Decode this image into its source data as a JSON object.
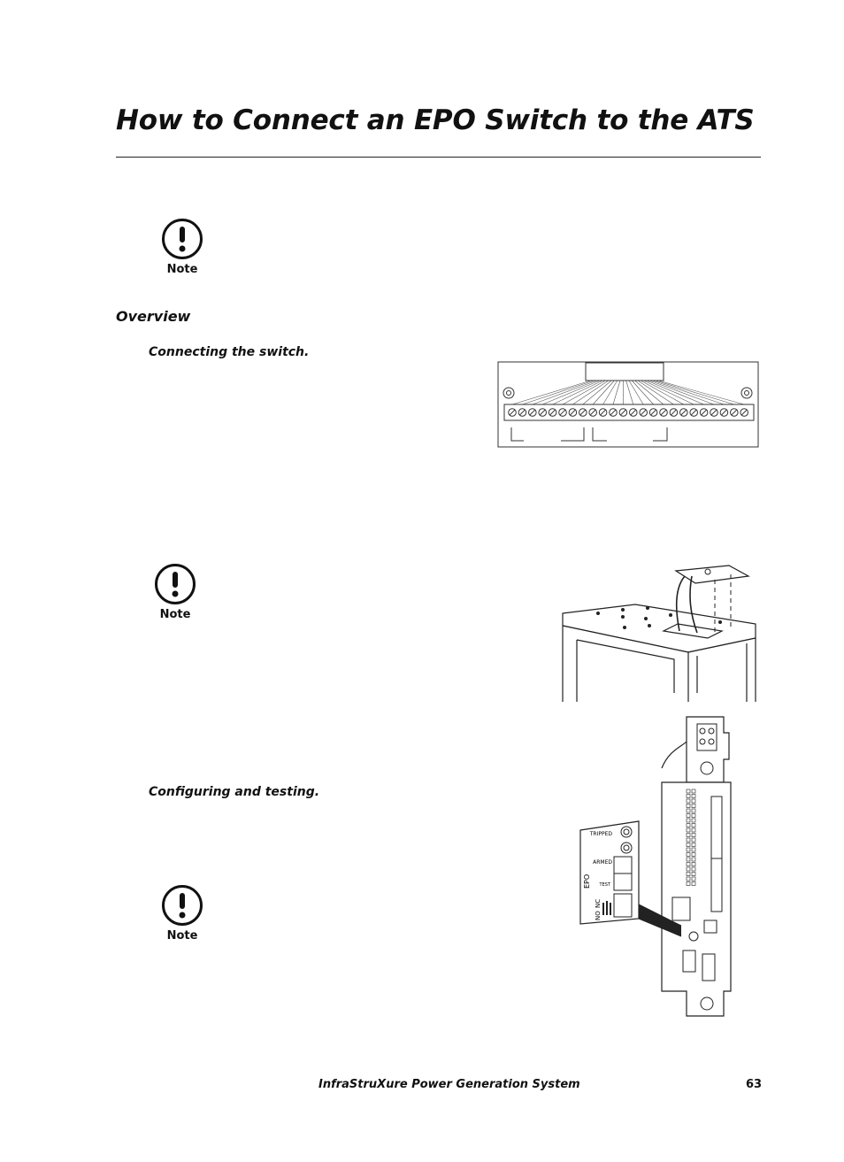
{
  "header": {
    "title": "How to Connect an EPO Switch to the ATS"
  },
  "notes": [
    {
      "label": "Note",
      "icon": "exclamation-icon"
    },
    {
      "label": "Note",
      "icon": "exclamation-icon"
    },
    {
      "label": "Note",
      "icon": "exclamation-icon"
    }
  ],
  "overview": {
    "heading": "Overview",
    "connecting_label": "Connecting the switch.",
    "configuring_label": "Configuring and testing."
  },
  "diagrams": {
    "epo_panel": {
      "tripped": "TRIPPED",
      "armed": "ARMED",
      "test": "TEST",
      "epo": "EPO",
      "no": "NO",
      "nc": "NC"
    }
  },
  "footer": {
    "title": "InfraStruXure Power Generation System",
    "page_number": "63"
  }
}
